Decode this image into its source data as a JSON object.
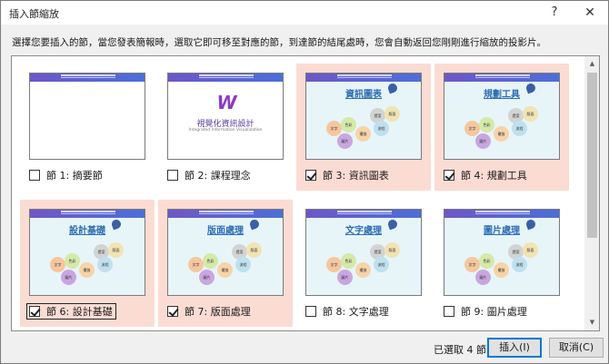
{
  "window": {
    "title": "插入節縮放",
    "help_glyph": "?",
    "close_glyph": "✕"
  },
  "instruction": "選擇您要插入的節，當您發表簡報時，選取它即可移至對應的節，到達節的結尾處時，您會自動返回您剛剛進行縮放的投影片。",
  "slide_common": {
    "bubbles": [
      "文字",
      "色彩",
      "提案",
      "版面",
      "圖片",
      "擺放",
      "流程"
    ]
  },
  "cards": [
    {
      "caption": "節 1: 摘要節",
      "checked": false,
      "selected": false,
      "thumb": "blank",
      "title": ""
    },
    {
      "caption": "節 2: 課程理念",
      "checked": false,
      "selected": false,
      "thumb": "logo",
      "title": "",
      "logo_main": "視覺化資訊設計",
      "logo_sub": "Integrated Information Visualization"
    },
    {
      "caption": "節 3: 資訊圖表",
      "checked": true,
      "selected": true,
      "thumb": "topic",
      "title": "資訊圖表"
    },
    {
      "caption": "節 4: 規劃工具",
      "checked": true,
      "selected": true,
      "thumb": "topic",
      "title": "規劃工具"
    },
    {
      "caption": "節 6: 設計基礎",
      "checked": true,
      "selected": true,
      "thumb": "topic",
      "title": "設計基礎",
      "focused": true
    },
    {
      "caption": "節 7: 版面處理",
      "checked": true,
      "selected": true,
      "thumb": "topic",
      "title": "版面處理"
    },
    {
      "caption": "節 8: 文字處理",
      "checked": false,
      "selected": false,
      "thumb": "topic",
      "title": "文字處理"
    },
    {
      "caption": "節 9: 圖片處理",
      "checked": false,
      "selected": false,
      "thumb": "topic",
      "title": "圖片處理"
    }
  ],
  "status": "已選取 4 節",
  "buttons": {
    "insert": "插入(I)",
    "cancel": "取消(C)"
  },
  "colors": {
    "selected_bg": "#fbdcd3",
    "accent": "#0078d7",
    "topic_title": "#2d6db5"
  }
}
